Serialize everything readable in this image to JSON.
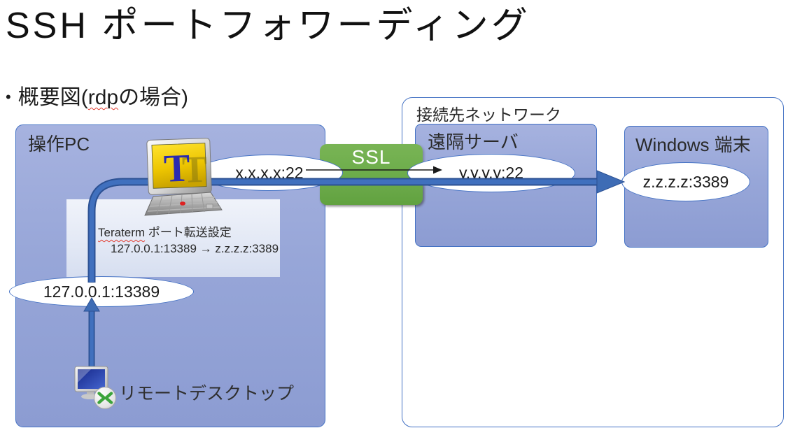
{
  "title": "SSH ポートフォワーディング",
  "bullet": {
    "marker": "•",
    "prefix": "概要図(",
    "misspelled": "rdp",
    "suffix": "の場合)"
  },
  "boxes": {
    "operation_pc": "操作PC",
    "destination_network": "接続先ネットワーク",
    "remote_server": "遠隔サーバ",
    "windows_terminal": "Windows 端末"
  },
  "tunnel": {
    "ssl_label": "SSL"
  },
  "endpoints": {
    "local_listen": "127.0.0.1:13389",
    "client_ssh": "x.x.x.x:22",
    "server_ssh": "y.y.y.y:22",
    "rdp_target": "z.z.z.z:3389"
  },
  "teraterm_note": {
    "app_name": "Teraterm",
    "title_rest": " ポート転送設定",
    "mapping": "127.0.0.1:13389 → z.z.z.z:3389"
  },
  "remote_desktop_label": "リモートデスクトップ",
  "icons": {
    "teraterm_letter": "T"
  },
  "colors": {
    "panel_fill_top": "#A6B2DF",
    "panel_fill_bottom": "#8C9CD2",
    "panel_border": "#4472C4",
    "ssl_green": "#6AAB49",
    "tunnel_blue": "#4070BE",
    "tunnel_blue_dark": "#2C5193",
    "squiggle_red": "#E23B2E",
    "teraterm_screen_yellow": "#F0C800",
    "teraterm_letter_blue": "#2B2BB0"
  }
}
